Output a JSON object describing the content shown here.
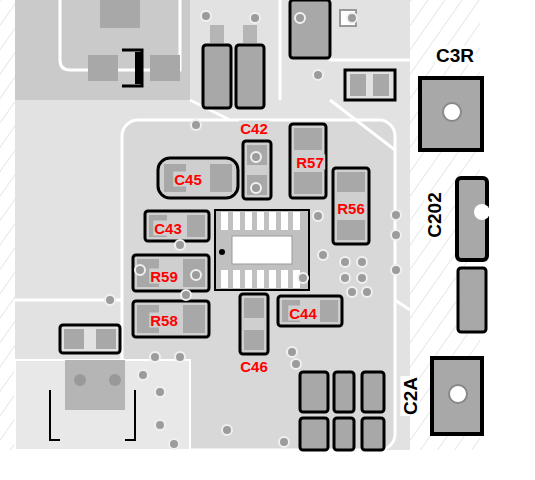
{
  "diagram": {
    "labels": [
      "C3R",
      "C42",
      "R57",
      "C45",
      "R56",
      "C202",
      "C43",
      "R59",
      "R58",
      "C44",
      "C46",
      "C2A"
    ]
  }
}
